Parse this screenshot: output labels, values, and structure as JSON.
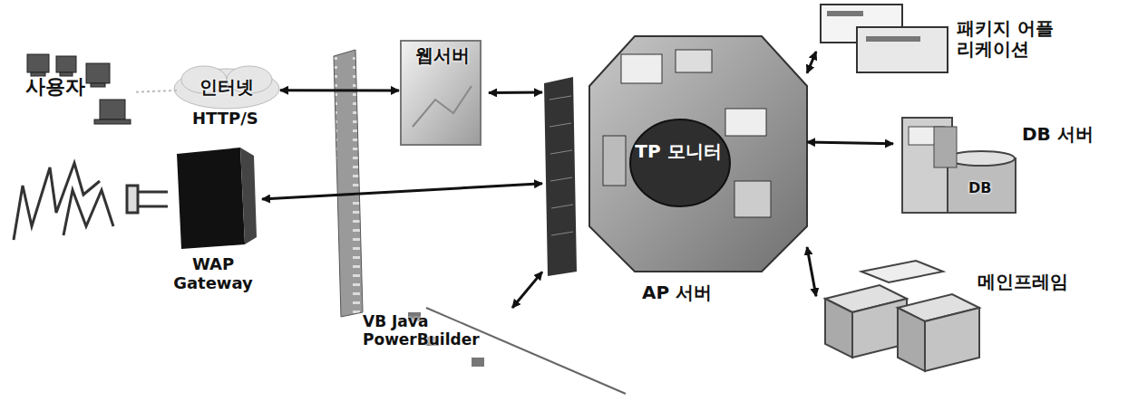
{
  "diagram": {
    "nodes": [
      {
        "text": [
          "사용자"
        ]
      },
      {
        "text": [
          "인터넷"
        ]
      },
      {
        "text": [
          "WAP Gateway"
        ]
      },
      {
        "text": [
          "웹서버"
        ]
      },
      {
        "text": [
          "AP 서버"
        ]
      },
      {
        "text": [
          "TP 모니터"
        ],
        "in": 4
      },
      {
        "text": [
          "패키지 어플리케이션"
        ]
      },
      {
        "text": [
          "DB 서버"
        ]
      },
      {
        "text": [
          "메인프레임"
        ]
      },
      {
        "text": [
          "VB Java PowerBuilder"
        ]
      }
    ],
    "edges": [
      {
        "from": 0,
        "to": 1,
        "arrow": "none"
      },
      {
        "from": 1,
        "to": 3,
        "arrow": "both"
      },
      {
        "from": 2,
        "to": 4,
        "arrow": "both"
      },
      {
        "from": 3,
        "to": 4,
        "arrow": "both"
      },
      {
        "from": 9,
        "to": 4,
        "arrow": "both"
      },
      {
        "from": 4,
        "to": 6,
        "arrow": "both"
      },
      {
        "from": 4,
        "to": 7,
        "arrow": "both"
      },
      {
        "from": 4,
        "to": 8,
        "arrow": "both"
      }
    ],
    "labels": [
      "HTTP/S",
      "DB"
    ]
  }
}
